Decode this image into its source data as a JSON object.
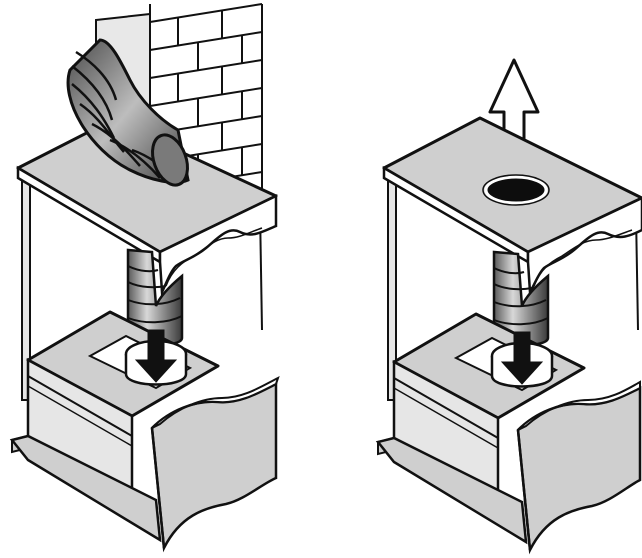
{
  "figure": {
    "panels": [
      {
        "id": "left",
        "features": [
          "brick-wall",
          "flex-duct-elbow",
          "cabinet-top",
          "vertical-duct",
          "down-arrow",
          "floor-ring",
          "base-cabinet"
        ]
      },
      {
        "id": "right",
        "features": [
          "up-arrow",
          "top-vent-hole",
          "cabinet-top",
          "vertical-duct",
          "down-arrow",
          "floor-ring",
          "base-cabinet"
        ]
      }
    ],
    "colors": {
      "outline": "#111111",
      "panel_gray": "#cfcfcf",
      "light_gray": "#e6e6e6",
      "dark_gray": "#8a8a8a",
      "hole_dark": "#0d0d0d",
      "white": "#ffffff"
    }
  }
}
